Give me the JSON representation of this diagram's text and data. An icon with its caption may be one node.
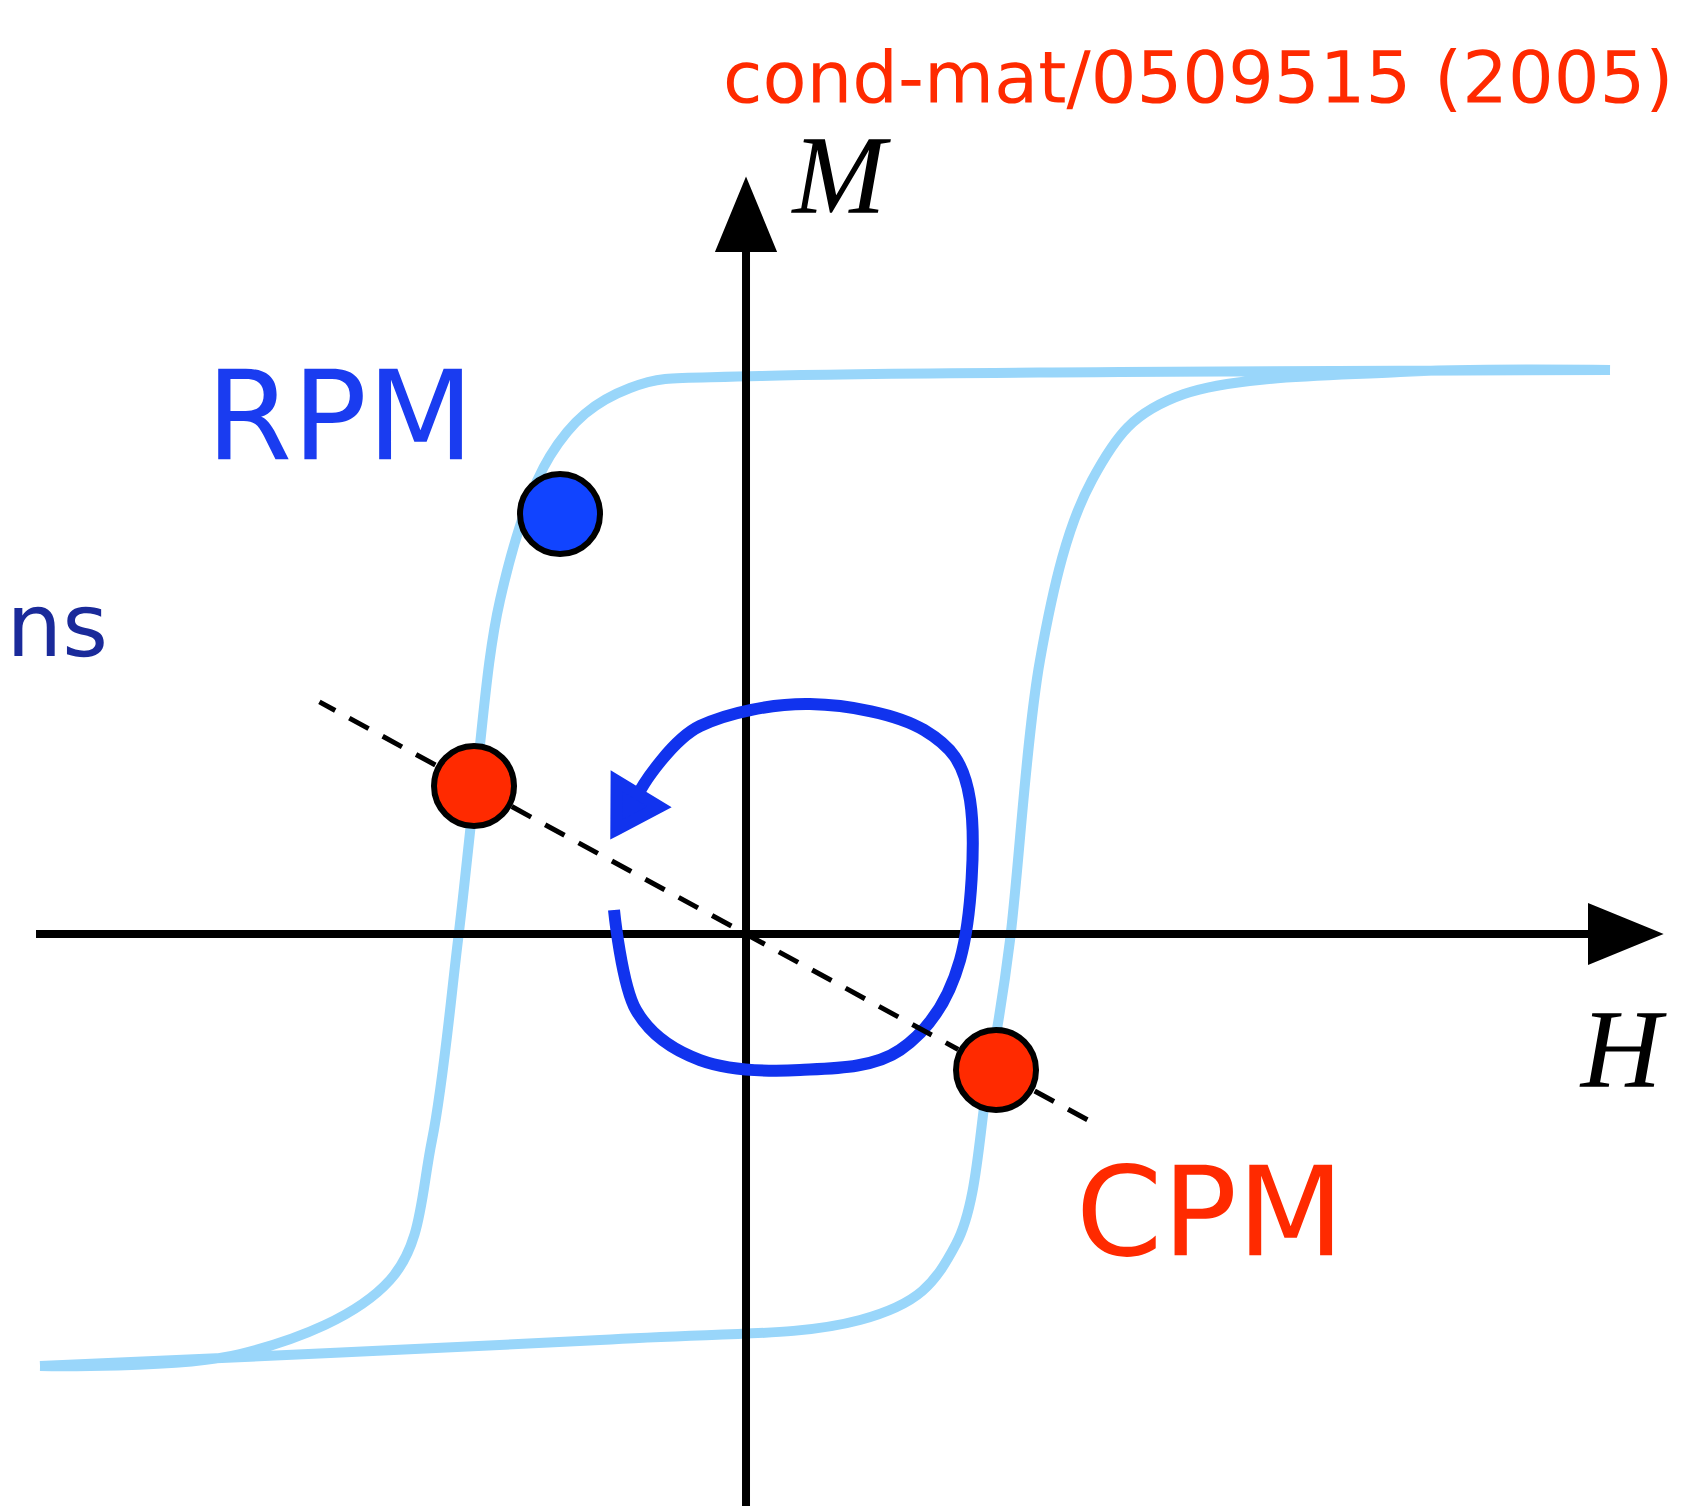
{
  "diagram": {
    "nodes": [
      {
        "text": [],
        "shape": "circle",
        "beside": [
          "RPM"
        ]
      },
      {
        "text": [],
        "shape": "circle"
      },
      {
        "text": [],
        "shape": "circle",
        "beside": [
          "CPM"
        ]
      }
    ],
    "edges": [
      {
        "from": 1,
        "to": 2,
        "arrow": "none",
        "style": "dashed"
      }
    ],
    "labels": [
      "cond-mat/0509515 (2005)",
      "ns",
      "M",
      "H"
    ]
  }
}
